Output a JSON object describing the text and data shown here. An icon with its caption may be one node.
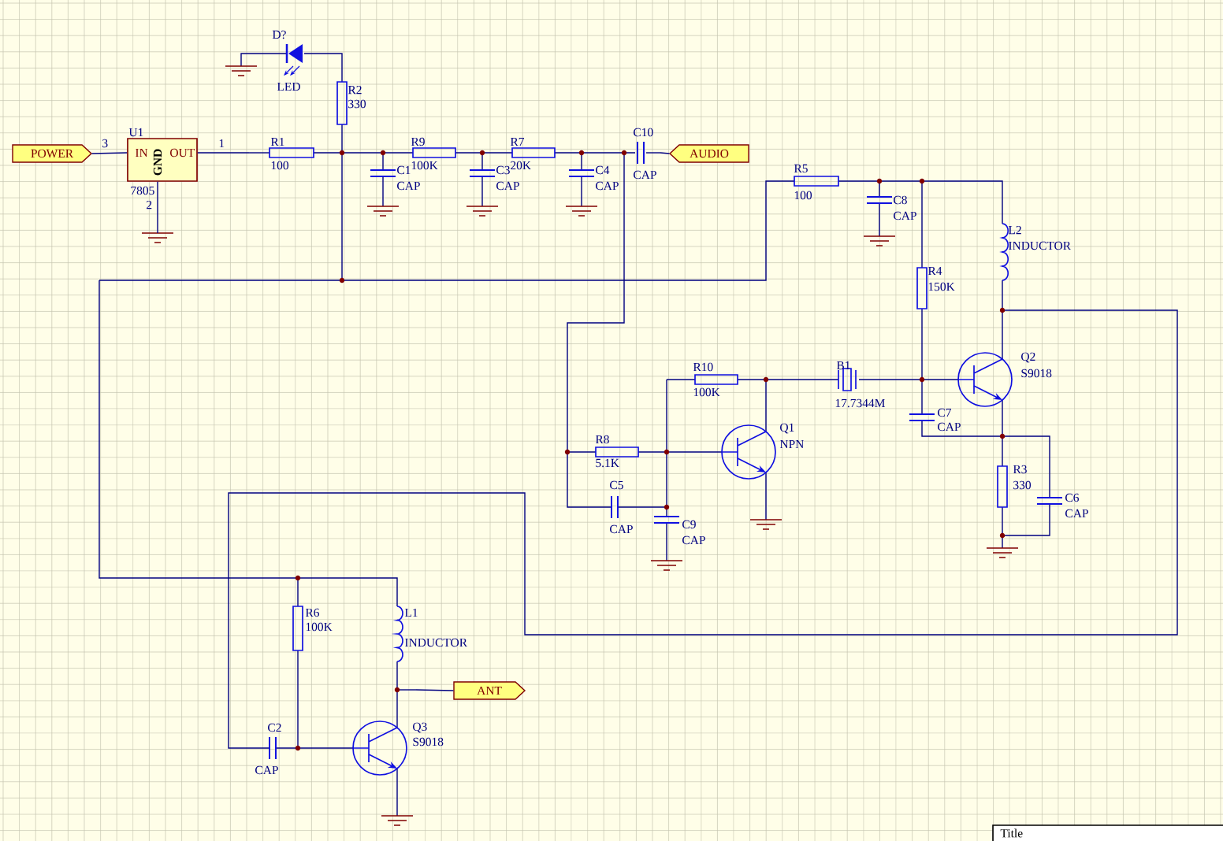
{
  "diagram": {
    "nodes": [
      {
        "text": [
          "POWER"
        ]
      },
      {
        "text": [
          "U1",
          "IN",
          "GND",
          "OUT"
        ],
        "beside": [
          "7805"
        ]
      },
      {
        "text": [
          "AUDIO"
        ]
      },
      {
        "text": [
          "ANT"
        ]
      }
    ],
    "edges": [
      {
        "from": 0,
        "to": 1,
        "arrow": "none"
      },
      {
        "from": 1,
        "to": null,
        "arrow": "none"
      },
      {
        "from": 1,
        "to": null,
        "arrow": "none"
      },
      {
        "from": null,
        "to": 2,
        "arrow": "none"
      },
      {
        "from": null,
        "to": 3,
        "arrow": "none"
      }
    ],
    "labels": [
      "D?",
      "LED",
      "R2",
      "330",
      "3",
      "1",
      "R1",
      "100",
      "R9",
      "100K",
      "R7",
      "20K",
      "C10",
      "C1",
      "CAP",
      "C3",
      "CAP",
      "C4",
      "CAP",
      "CAP",
      "2",
      "R5",
      "100",
      "C8",
      "CAP",
      "L2",
      "INDUCTOR",
      "R4",
      "150K",
      "Q2",
      "S9018",
      "R10",
      "100K",
      "B1",
      "17.7344M",
      "C7",
      "CAP",
      "Q1",
      "NPN",
      "R8",
      "5.1K",
      "R3",
      "330",
      "C6",
      "CAP",
      "C5",
      "CAP",
      "C9",
      "CAP",
      "R6",
      "100K",
      "L1",
      "INDUCTOR",
      "Q3",
      "S9018",
      "C2",
      "CAP",
      "Title"
    ]
  }
}
